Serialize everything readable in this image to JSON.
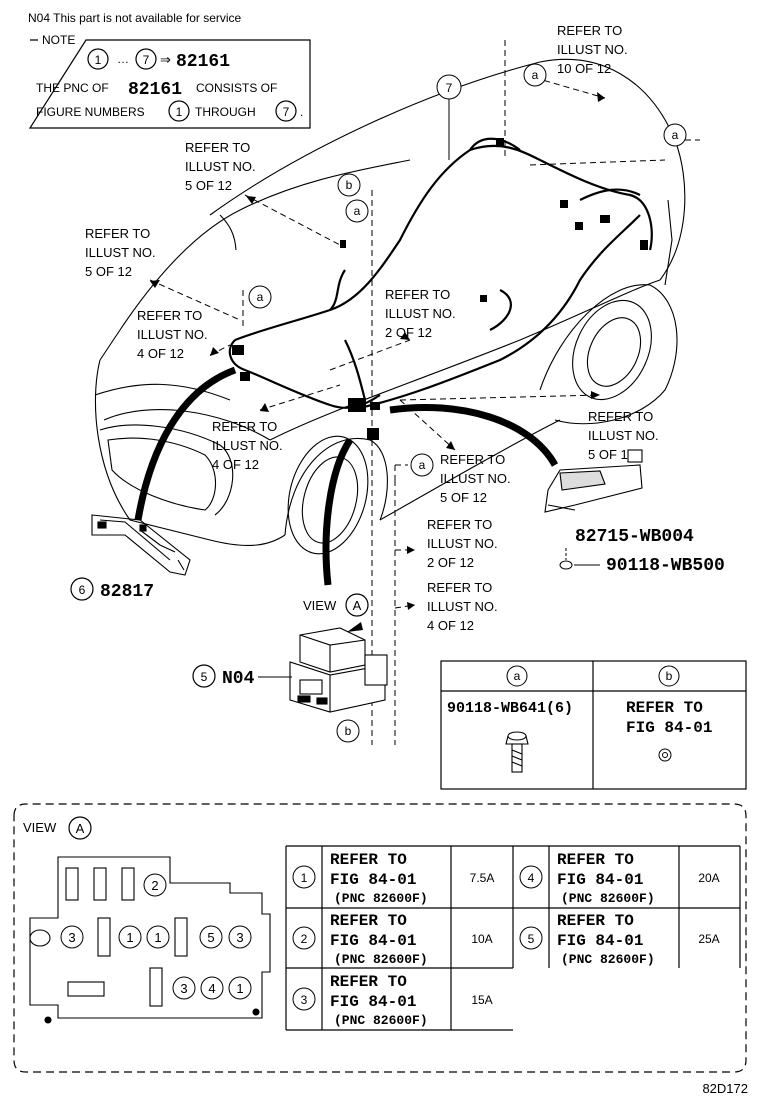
{
  "header_note": "N04 This part is not available for service",
  "note": {
    "title": "NOTE",
    "range_start": "1",
    "range_end": "7",
    "arrow": "⇒",
    "pnc": "82161",
    "line2_prefix": "THE PNC OF",
    "line2_suffix": "CONSISTS OF",
    "line3_prefix": "FIGURE NUMBERS",
    "line3_mid": "THROUGH",
    "line3_end": "."
  },
  "refers": [
    {
      "line1": "REFER TO",
      "line2": "ILLUST NO.",
      "line3": "10 OF 12"
    },
    {
      "line1": "REFER TO",
      "line2": "ILLUST NO.",
      "line3": "5 OF 12"
    },
    {
      "line1": "REFER TO",
      "line2": "ILLUST NO.",
      "line3": "5 OF 12"
    },
    {
      "line1": "REFER TO",
      "line2": "ILLUST NO.",
      "line3": "4 OF 12"
    },
    {
      "line1": "REFER TO",
      "line2": "ILLUST NO.",
      "line3": "2 OF 12"
    },
    {
      "line1": "REFER TO",
      "line2": "ILLUST NO.",
      "line3": "4 OF 12"
    },
    {
      "line1": "REFER TO",
      "line2": "ILLUST NO.",
      "line3": "5 OF 12"
    },
    {
      "line1": "REFER TO",
      "line2": "ILLUST NO.",
      "line3": "5 OF 12"
    },
    {
      "line1": "REFER TO",
      "line2": "ILLUST NO.",
      "line3": "2 OF 12"
    },
    {
      "line1": "REFER TO",
      "line2": "ILLUST NO.",
      "line3": "4 OF 12"
    }
  ],
  "callout_a": "a",
  "callout_b": "b",
  "fig7": "7",
  "parts": {
    "p6_num": "6",
    "p6_pnc": "82817",
    "p5_num": "5",
    "p5_pnc": "N04",
    "p_82715": "82715-WB004",
    "p_90118": "90118-WB500",
    "view_label": "VIEW",
    "view_letter": "A"
  },
  "fastener_table": {
    "a_label": "a",
    "b_label": "b",
    "a_part": "90118-WB641(6)",
    "b_line1": "REFER TO",
    "b_line2": "FIG 84-01"
  },
  "view_a": {
    "label": "VIEW",
    "letter": "A",
    "fuse_numbers": [
      "2",
      "3",
      "1",
      "1",
      "5",
      "3",
      "3",
      "4",
      "1"
    ]
  },
  "fuse_table": [
    {
      "num": "1",
      "line1": "REFER TO",
      "line2": "FIG 84-01",
      "line3": "(PNC 82600F)",
      "amp": "7.5A"
    },
    {
      "num": "2",
      "line1": "REFER TO",
      "line2": "FIG 84-01",
      "line3": "(PNC 82600F)",
      "amp": "10A"
    },
    {
      "num": "3",
      "line1": "REFER TO",
      "line2": "FIG 84-01",
      "line3": "(PNC 82600F)",
      "amp": "15A"
    },
    {
      "num": "4",
      "line1": "REFER TO",
      "line2": "FIG 84-01",
      "line3": "(PNC 82600F)",
      "amp": "20A"
    },
    {
      "num": "5",
      "line1": "REFER TO",
      "line2": "FIG 84-01",
      "line3": "(PNC 82600F)",
      "amp": "25A"
    }
  ],
  "diagram_code": "82D172"
}
